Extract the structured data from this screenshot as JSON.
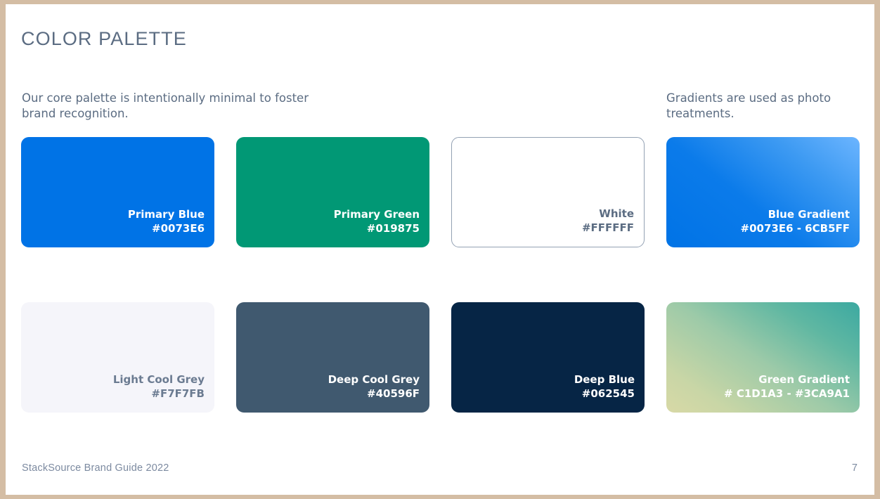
{
  "slide": {
    "title": "COLOR PALETTE",
    "intro_left": "Our core palette is intentionally minimal to foster brand recognition.",
    "intro_right": "Gradients are used as photo treatments.",
    "footer_note": "StackSource Brand Guide 2022",
    "page_number": "7"
  },
  "theme": {
    "frame_color": "#d4bda4",
    "slide_background": "#ffffff",
    "title_color": "#5b6c82",
    "body_text_color": "#5b6c82",
    "footer_text_color": "#7c8aa0"
  },
  "swatches": [
    {
      "name": "Primary Blue",
      "hex": "#0073E6",
      "fill": "#0073e6",
      "label_color": "#ffffff",
      "border": "none",
      "type": "solid"
    },
    {
      "name": "Primary Green",
      "hex": "#019875",
      "fill": "#019875",
      "label_color": "#ffffff",
      "border": "none",
      "type": "solid"
    },
    {
      "name": "White",
      "hex": "#FFFFFF",
      "fill": "#ffffff",
      "label_color": "#5b6c82",
      "border": "1px solid #93a1b3",
      "type": "solid"
    },
    {
      "name": "Blue Gradient",
      "hex": "#0073E6 - 6CB5FF",
      "fill": "linear-gradient(38deg, #0073e6 0%, #0b7bea 42%, #3d9af2 74%, #6cb5ff 100%)",
      "label_color": "#ffffff",
      "border": "none",
      "type": "gradient",
      "gradient_from": "#0073E6",
      "gradient_to": "#6CB5FF"
    },
    {
      "name": "Light Cool Grey",
      "hex": "#F7F7FB",
      "fill": "#f5f5fa",
      "label_color": "#6b7b91",
      "border": "none",
      "type": "solid"
    },
    {
      "name": "Deep Cool Grey",
      "hex": "#40596F",
      "fill": "#40596f",
      "label_color": "#ffffff",
      "border": "none",
      "type": "solid"
    },
    {
      "name": "Deep Blue",
      "hex": "#062545",
      "fill": "#062545",
      "label_color": "#ffffff",
      "border": "none",
      "type": "solid"
    },
    {
      "name": "Green Gradient",
      "hex": "# C1D1A3 - #3CA9A1",
      "fill": "linear-gradient(34deg, #d8d9a6 0%, #c9d6a6 18%, #9dcaa8 48%, #5fb7a2 76%, #3ca9a1 100%)",
      "label_color": "#ffffff",
      "border": "none",
      "type": "gradient",
      "gradient_from": "#C1D1A3",
      "gradient_to": "#3CA9A1"
    }
  ]
}
